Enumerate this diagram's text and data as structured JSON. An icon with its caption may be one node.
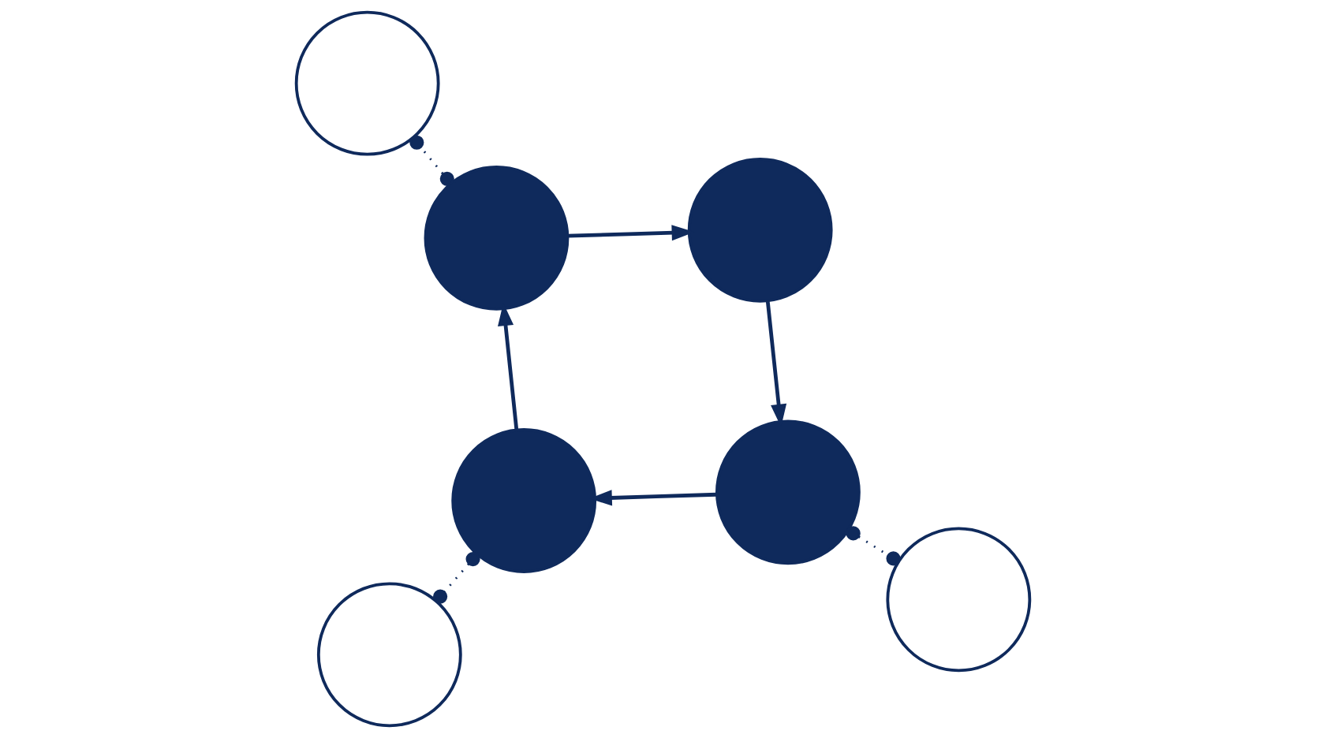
{
  "diagram": {
    "nodes": [
      {
        "text": [],
        "shape": "circle"
      },
      {
        "text": [],
        "shape": "circle"
      },
      {
        "text": [],
        "shape": "circle"
      },
      {
        "text": [],
        "shape": "circle"
      },
      {
        "text": [],
        "shape": "circle"
      },
      {
        "text": [],
        "shape": "circle"
      },
      {
        "text": [],
        "shape": "circle"
      }
    ],
    "edges": [
      {
        "from": 0,
        "to": 1,
        "arrow": "to"
      },
      {
        "from": 1,
        "to": 2,
        "arrow": "to"
      },
      {
        "from": 2,
        "to": 3,
        "arrow": "to"
      },
      {
        "from": 3,
        "to": 0,
        "arrow": "to"
      },
      {
        "from": 3,
        "to": 4,
        "arrow": "other",
        "style": "dashed"
      },
      {
        "from": 1,
        "to": 5,
        "arrow": "other",
        "style": "dashed"
      },
      {
        "from": 2,
        "to": 6,
        "arrow": "other",
        "style": "dashed"
      }
    ]
  }
}
